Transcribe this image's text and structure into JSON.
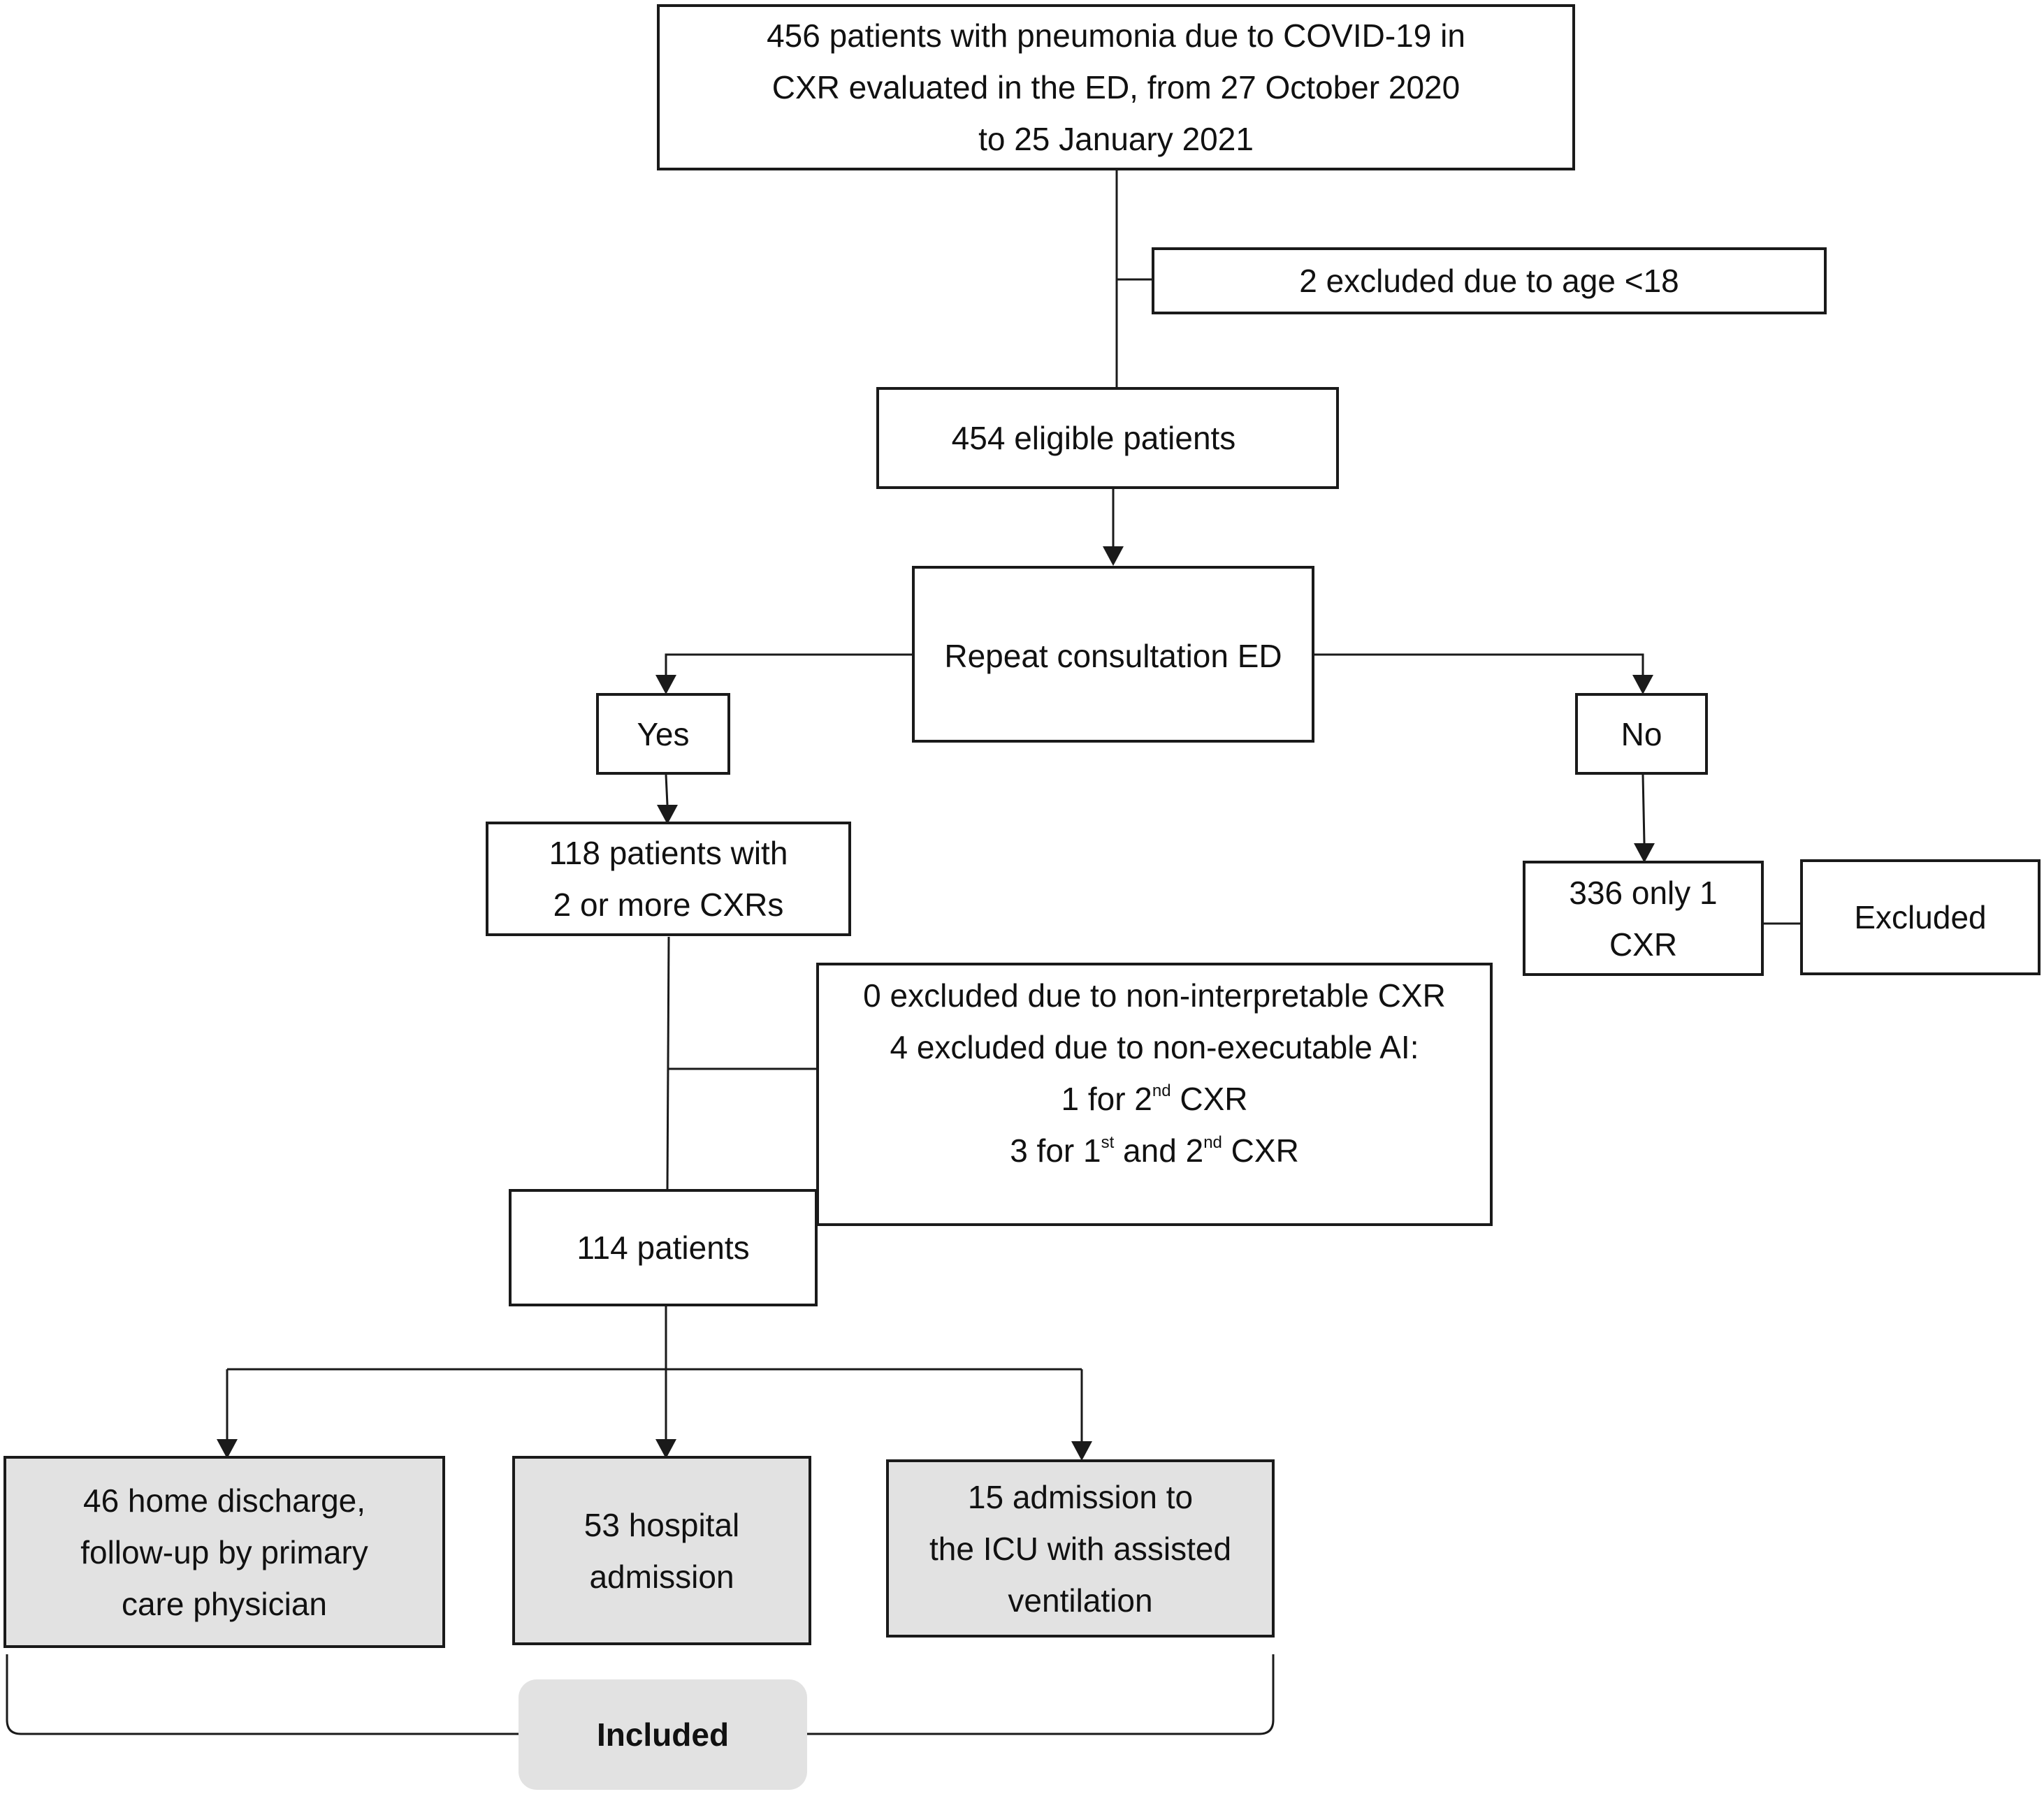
{
  "flowchart": {
    "start": {
      "lines": [
        "456 patients with pneumonia due to COVID-19 in",
        "CXR evaluated in the ED, from 27 October 2020",
        "to 25 January 2021"
      ]
    },
    "exclusion_age": "2 excluded due to age <18",
    "eligible": "454 eligible patients",
    "repeat_consultation": "Repeat consultation ED",
    "yes": "Yes",
    "no": "No",
    "two_or_more": {
      "lines": [
        "118 patients with",
        "2 or more CXRs"
      ]
    },
    "only_one": {
      "lines": [
        "336 only 1",
        "CXR"
      ]
    },
    "excluded": "Excluded",
    "exclusion_ai": {
      "line1": "0 excluded due to non-interpretable CXR",
      "line2": "4 excluded due to non-executable AI:",
      "line3": {
        "a": "1 for 2",
        "a_sup": "nd",
        "b": " CXR"
      },
      "line4": {
        "a": "3 for 1",
        "a_sup": "st",
        "b": " and 2",
        "b_sup": "nd",
        "c": " CXR"
      }
    },
    "patients_114": "114 patients",
    "outcomes": [
      {
        "lines": [
          "46 home discharge,",
          "follow-up by primary",
          "care physician"
        ]
      },
      {
        "lines": [
          "53 hospital",
          "admission"
        ]
      },
      {
        "lines": [
          "15 admission to",
          "the ICU with assisted",
          "ventilation"
        ]
      }
    ],
    "included": "Included"
  }
}
